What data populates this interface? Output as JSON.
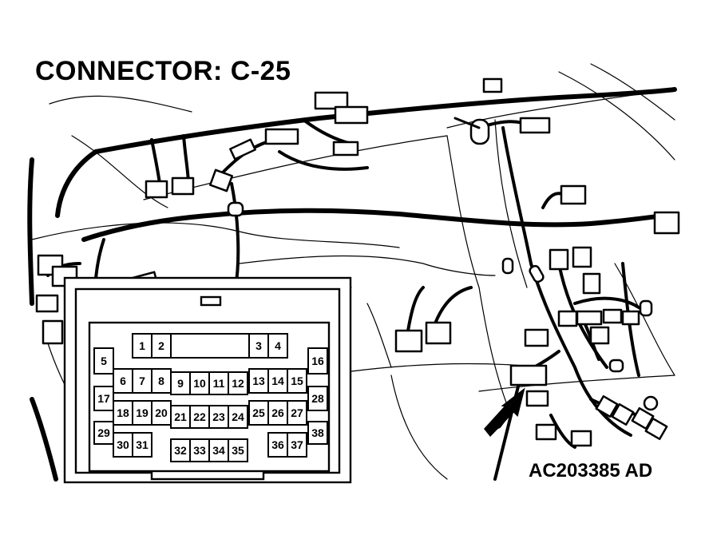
{
  "title": "CONNECTOR: C-25",
  "figure_code": "AC203385",
  "figure_suffix": "AD",
  "connector": {
    "pins": [
      "1",
      "2",
      "3",
      "4",
      "5",
      "6",
      "7",
      "8",
      "9",
      "10",
      "11",
      "12",
      "13",
      "14",
      "15",
      "16",
      "17",
      "18",
      "19",
      "20",
      "21",
      "22",
      "23",
      "24",
      "25",
      "26",
      "27",
      "28",
      "29",
      "30",
      "31",
      "32",
      "33",
      "34",
      "35",
      "36",
      "37",
      "38"
    ]
  },
  "colors": {
    "line": "#000000",
    "background": "#ffffff"
  }
}
